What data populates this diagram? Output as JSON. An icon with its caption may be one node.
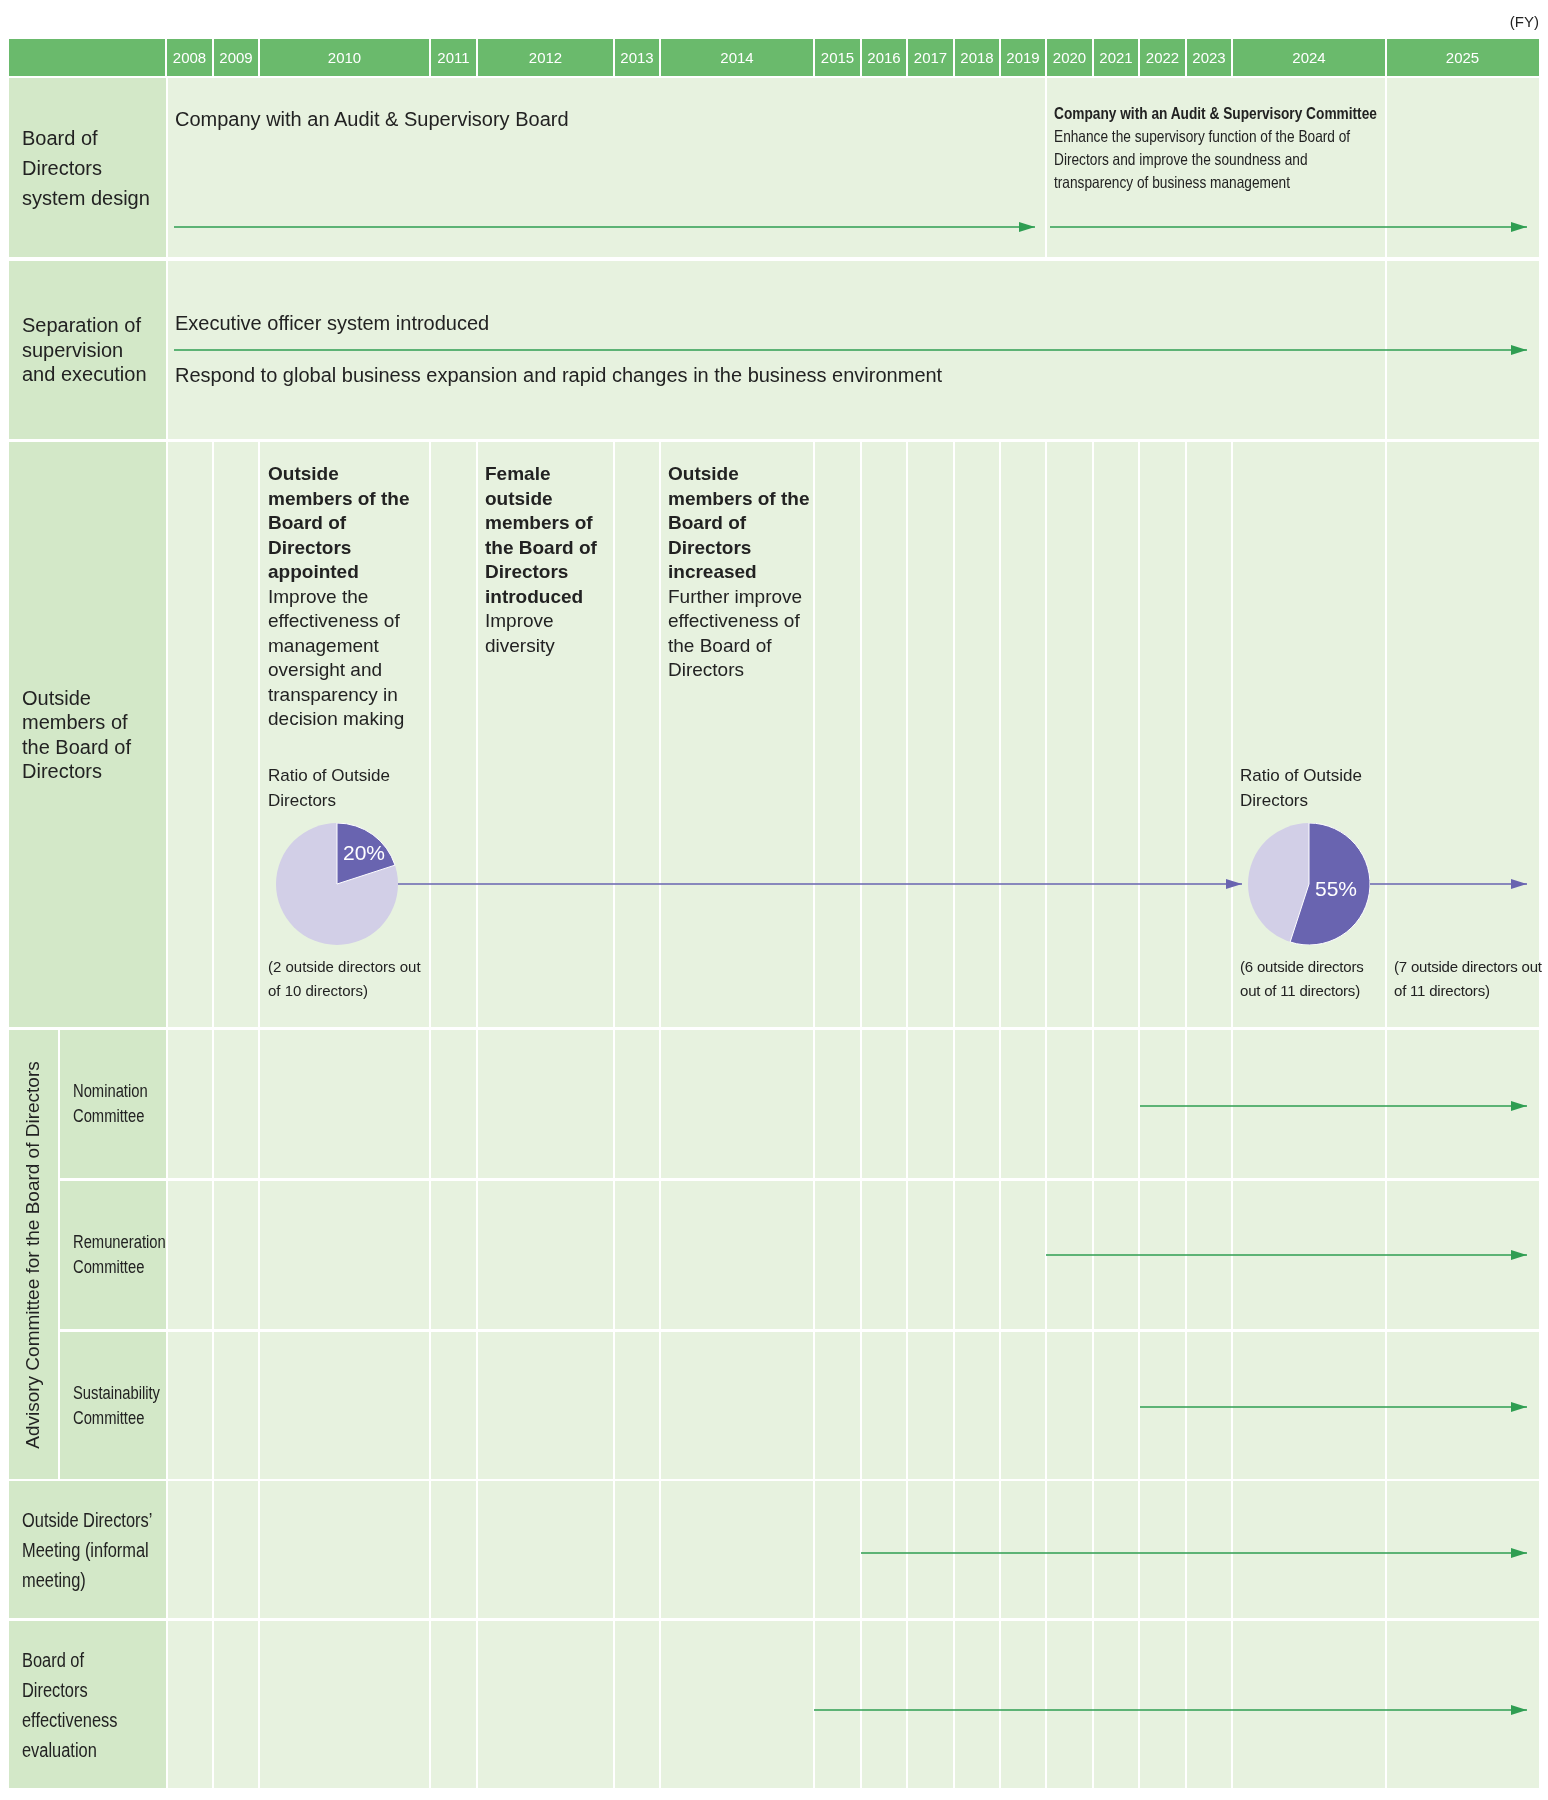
{
  "diagram": {
    "nodes": [
      {
        "text": [
          "Board of Directors system design"
        ]
      },
      {
        "text": [
          "Separation of supervision and execution"
        ]
      },
      {
        "text": [
          "Outside members of the Board of Directors"
        ]
      },
      {
        "text": [
          "Advisory Committee for the Board of Directors"
        ]
      },
      {
        "text": [
          "Nomination Committee"
        ],
        "in": 3
      },
      {
        "text": [
          "Remuneration Committee"
        ],
        "in": 3
      },
      {
        "text": [
          "Sustainability Committee"
        ],
        "in": 3
      },
      {
        "text": [
          "Outside Directors’ Meeting (informal meeting)"
        ]
      },
      {
        "text": [
          "Board of Directors effectiveness evaluation"
        ]
      },
      {
        "text": [
          "20%"
        ],
        "beside": [
          "Ratio of Outside Directors"
        ]
      },
      {
        "text": [
          "55%"
        ],
        "beside": [
          "Ratio of Outside Directors",
          "(6 outside directors out of 11 directors)"
        ]
      }
    ],
    "edges": [
      {
        "from": 9,
        "to": 10,
        "arrow": "to"
      },
      {
        "from": 10,
        "to": null,
        "arrow": "to"
      }
    ],
    "labels": [
      "(FY)",
      "2008",
      "2009",
      "2010",
      "2011",
      "2012",
      "2013",
      "2014",
      "2015",
      "2016",
      "2017",
      "2018",
      "2019",
      "2020",
      "2021",
      "2022",
      "2023",
      "2024",
      "2025",
      "Company with an Audit & Supervisory Board",
      "Company with an Audit & Supervisory Committee",
      "Enhance the supervisory function of the Board of Directors and improve the soundness and transparency of business management",
      "Executive officer system introduced",
      "Respond to global business expansion and rapid changes in the business environment",
      "Outside members of the Board of Directors appointed",
      "Improve the effectiveness of management oversight and transparency in decision making",
      "Female outside members of the Board of Directors introduced",
      "Improve diversity",
      "Outside members of the Board of Directors increased",
      "Further improve effectiveness of the Board of Directors",
      "(2 outside directors out of 10 directors)",
      "(7 outside directors out of 11 directors)"
    ]
  }
}
